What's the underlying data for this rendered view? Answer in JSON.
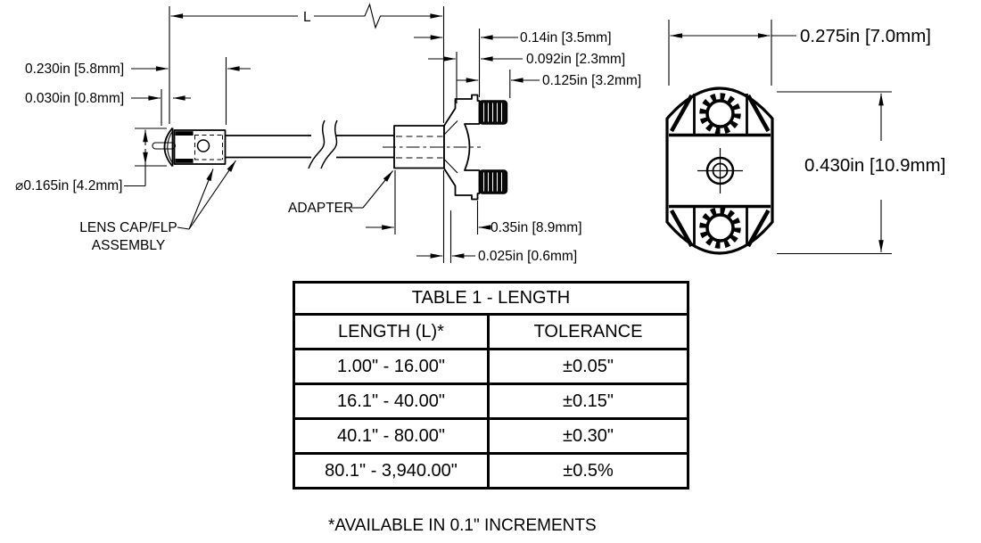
{
  "drawing": {
    "labels": {
      "length": "L",
      "cap_length": "0.230in [5.8mm]",
      "flange_thickness": "0.030in [0.8mm]",
      "cap_diameter": "⌀0.165in [4.2mm]",
      "lens_cap_line1": "LENS CAP/FLP",
      "lens_cap_line2": "ASSEMBLY",
      "adapter": "ADAPTER",
      "tip_length": "0.14in [3.5mm]",
      "tip_offset": "0.092in [2.3mm]",
      "post_length": "0.125in [3.2mm]",
      "fork_length": "0.35in [8.9mm]",
      "wall_thickness": "0.025in [0.6mm]",
      "end_width": "0.275in [7.0mm]",
      "end_height": "0.430in [10.9mm]"
    }
  },
  "table": {
    "title": "TABLE 1 - LENGTH",
    "columns": [
      "LENGTH (L)*",
      "TOLERANCE"
    ],
    "rows": [
      {
        "range": "1.00\" - 16.00\"",
        "tol": "±0.05\""
      },
      {
        "range": "16.1\" - 40.00\"",
        "tol": "±0.15\""
      },
      {
        "range": "40.1\" - 80.00\"",
        "tol": "±0.30\""
      },
      {
        "range": "80.1\" - 3,940.00\"",
        "tol": "±0.5%"
      }
    ],
    "footnote": "*AVAILABLE IN 0.1\" INCREMENTS"
  }
}
